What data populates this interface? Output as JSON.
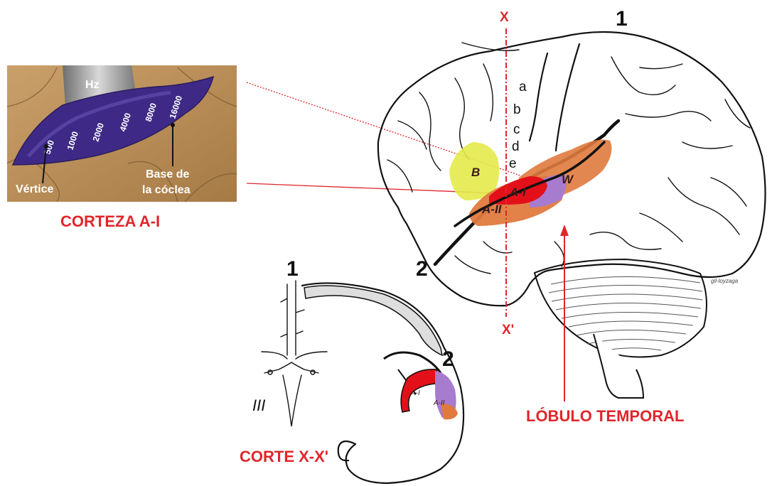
{
  "inset": {
    "unit_label": "Hz",
    "frequencies": [
      "500",
      "1000",
      "2000",
      "4000",
      "8000",
      "16000"
    ],
    "apex_label": "Vértice",
    "base_label_line1": "Base de",
    "base_label_line2": "la cóclea",
    "caption": "CORTEZA A-I"
  },
  "brain": {
    "fissure_1": "1",
    "fissure_2": "2",
    "plane_top": "X",
    "plane_bottom": "X'",
    "sulci_letters": [
      "a",
      "b",
      "c",
      "d",
      "e"
    ],
    "regions": {
      "broca": "B",
      "wernicke": "W",
      "primary_auditory": "A-I",
      "secondary_auditory": "A-II"
    },
    "signature": "gil-loyzaga",
    "temporal_caption": "LÓBULO TEMPORAL"
  },
  "section": {
    "fissure_1": "1",
    "fissure_2": "2",
    "ventricle": "III",
    "region_primary": "A-I",
    "region_secondary": "A-II",
    "caption": "CORTE X-X'"
  },
  "colors": {
    "caption_red": "#e0262b",
    "primary_auditory": "#e3101a",
    "secondary_auditory": "#a77ccf",
    "wernicke": "#e07a3e",
    "broca": "#e4ea4a",
    "cochlea_band": "#3e2a86",
    "inset_background": "#b98d58"
  }
}
